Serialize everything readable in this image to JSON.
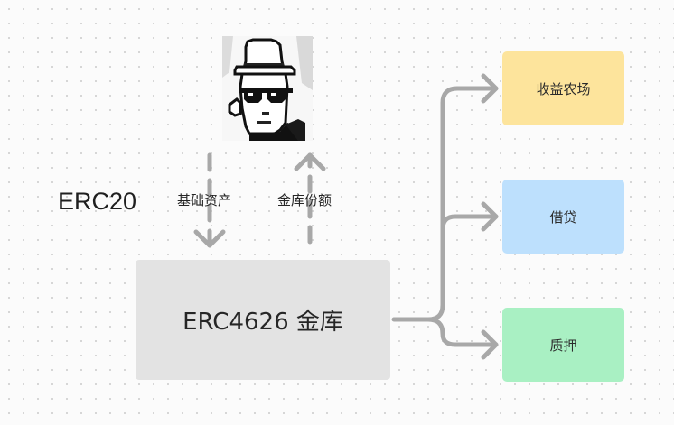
{
  "diagram": {
    "token_label": "ERC20",
    "deposit_label": "基础资产",
    "shares_label": "金库份额",
    "vault_label": "ERC4626 金库",
    "targets": [
      {
        "label": "收益农场",
        "color": "#fde49c"
      },
      {
        "label": "借贷",
        "color": "#bde0fd"
      },
      {
        "label": "质押",
        "color": "#a9f0c3"
      }
    ],
    "avatar_icon": "pixel-avatar-hat-sunglasses",
    "connector_color": "#a8a8a8",
    "vault_color": "#e3e3e3"
  }
}
